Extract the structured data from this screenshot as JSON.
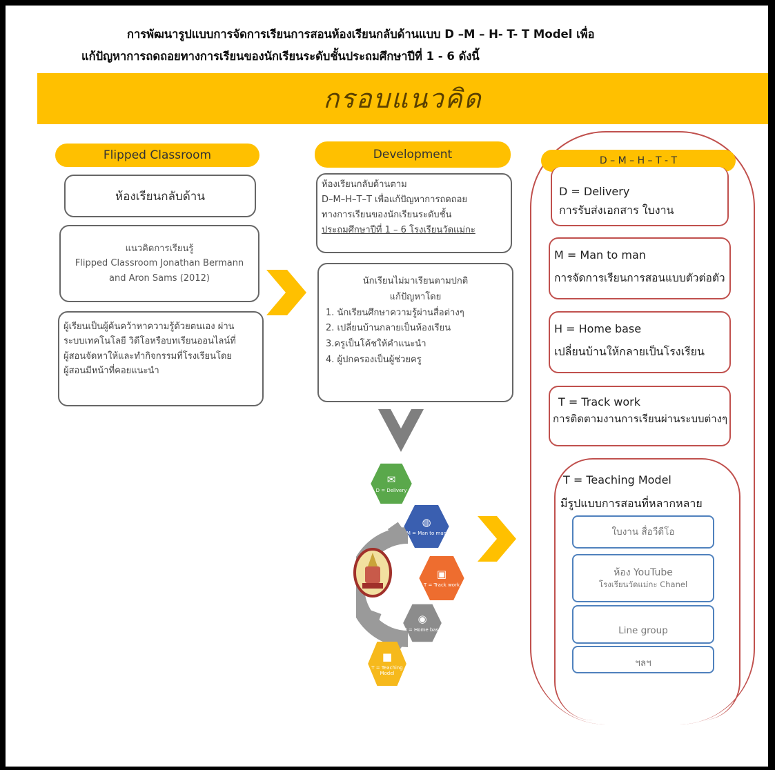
{
  "title": {
    "line1": "การพัฒนารูปแบบการจัดการเรียนการสอนห้องเรียนกลับด้านแบบ D –M – H- T- T Model เพื่อ",
    "line2": "แก้ปัญหาการถดถอยทางการเรียนของนักเรียนระดับชั้นประถมศึกษาปีที่ 1 - 6 ดังนี้"
  },
  "banner": "กรอบแนวคิด",
  "left": {
    "header": "Flipped Classroom",
    "box1": "ห้องเรียนกลับด้าน",
    "box2": [
      "แนวคิดการเรียนรู้",
      "Flipped Classroom Jonathan Bermann",
      "and Aron Sams (2012)"
    ],
    "box3": [
      "ผู้เรียนเป็นผู้ค้นคว้าหาความรู้ด้วยตนเอง ผ่าน",
      "ระบบเทคโนโลยี วิดีโอหรือบทเรียนออนไลน์ที่",
      "ผู้สอนจัดหาให้และทำกิจกรรมที่โรงเรียนโดย",
      "ผู้สอนมีหน้าที่คอยแนะนำ"
    ]
  },
  "middle": {
    "header": "Development",
    "box1": [
      "ห้องเรียนกลับด้านตาม",
      "D–M–H–T–T เพื่อแก้ปัญหาการถดถอย",
      "ทางการเรียนของนักเรียนระดับชั้น",
      "ประถมศึกษาปีที่ 1 – 6 โรงเรียนวัดแม่กะ"
    ],
    "box2": [
      "นักเรียนไม่มาเรียนตามปกติ",
      "แก้ปัญหาโดย",
      "1. นักเรียนศึกษาความรู้ผ่านสื่อต่างๆ",
      "2. เปลี่ยนบ้านกลายเป็นห้องเรียน",
      "3.ครูเป็นโค้ชให้คำแนะนำ",
      "4. ผู้ปกครองเป็นผู้ช่วยครู"
    ]
  },
  "hexes": [
    {
      "label": "D = Delivery",
      "icon": "envelope-icon",
      "color": "#5aa84b"
    },
    {
      "label": "M = Man to man",
      "icon": "globe-icon",
      "color": "#3a5fb0"
    },
    {
      "label": "T = Track work",
      "icon": "briefcase-icon",
      "color": "#ee6d2f"
    },
    {
      "label": "H = Home base",
      "icon": "camera-icon",
      "color": "#8c8c8c"
    },
    {
      "label": "T = Teaching Model",
      "icon": "video-camera-icon",
      "color": "#f6b91c"
    }
  ],
  "right": {
    "header": "D – M – H – T - T",
    "items": [
      {
        "title": "D = Delivery",
        "desc": "การรับส่งเอกสาร ใบงาน"
      },
      {
        "title": "M = Man to man",
        "desc": "การจัดการเรียนการสอนแบบตัวต่อตัว"
      },
      {
        "title": "H = Home base",
        "desc": "เปลี่ยนบ้านให้กลายเป็นโรงเรียน"
      },
      {
        "title": "T = Track work",
        "desc": "การติดตามงานการเรียนผ่านระบบต่างๆ"
      }
    ],
    "teaching": {
      "title": "T = Teaching Model",
      "desc": "มีรูปแบบการสอนที่หลากหลาย",
      "options": [
        [
          "ใบงาน สื่อวีดีโอ"
        ],
        [
          "ห้อง YouTube",
          "โรงเรียนวัดแม่กะ Chanel"
        ],
        [
          "Line group"
        ],
        [
          "ฯลฯ"
        ]
      ]
    }
  },
  "colors": {
    "accent": "#ffc000",
    "red_outline": "#c0504d",
    "blue_outline": "#4f81bd",
    "arrow_gray": "#7f7f7f"
  }
}
